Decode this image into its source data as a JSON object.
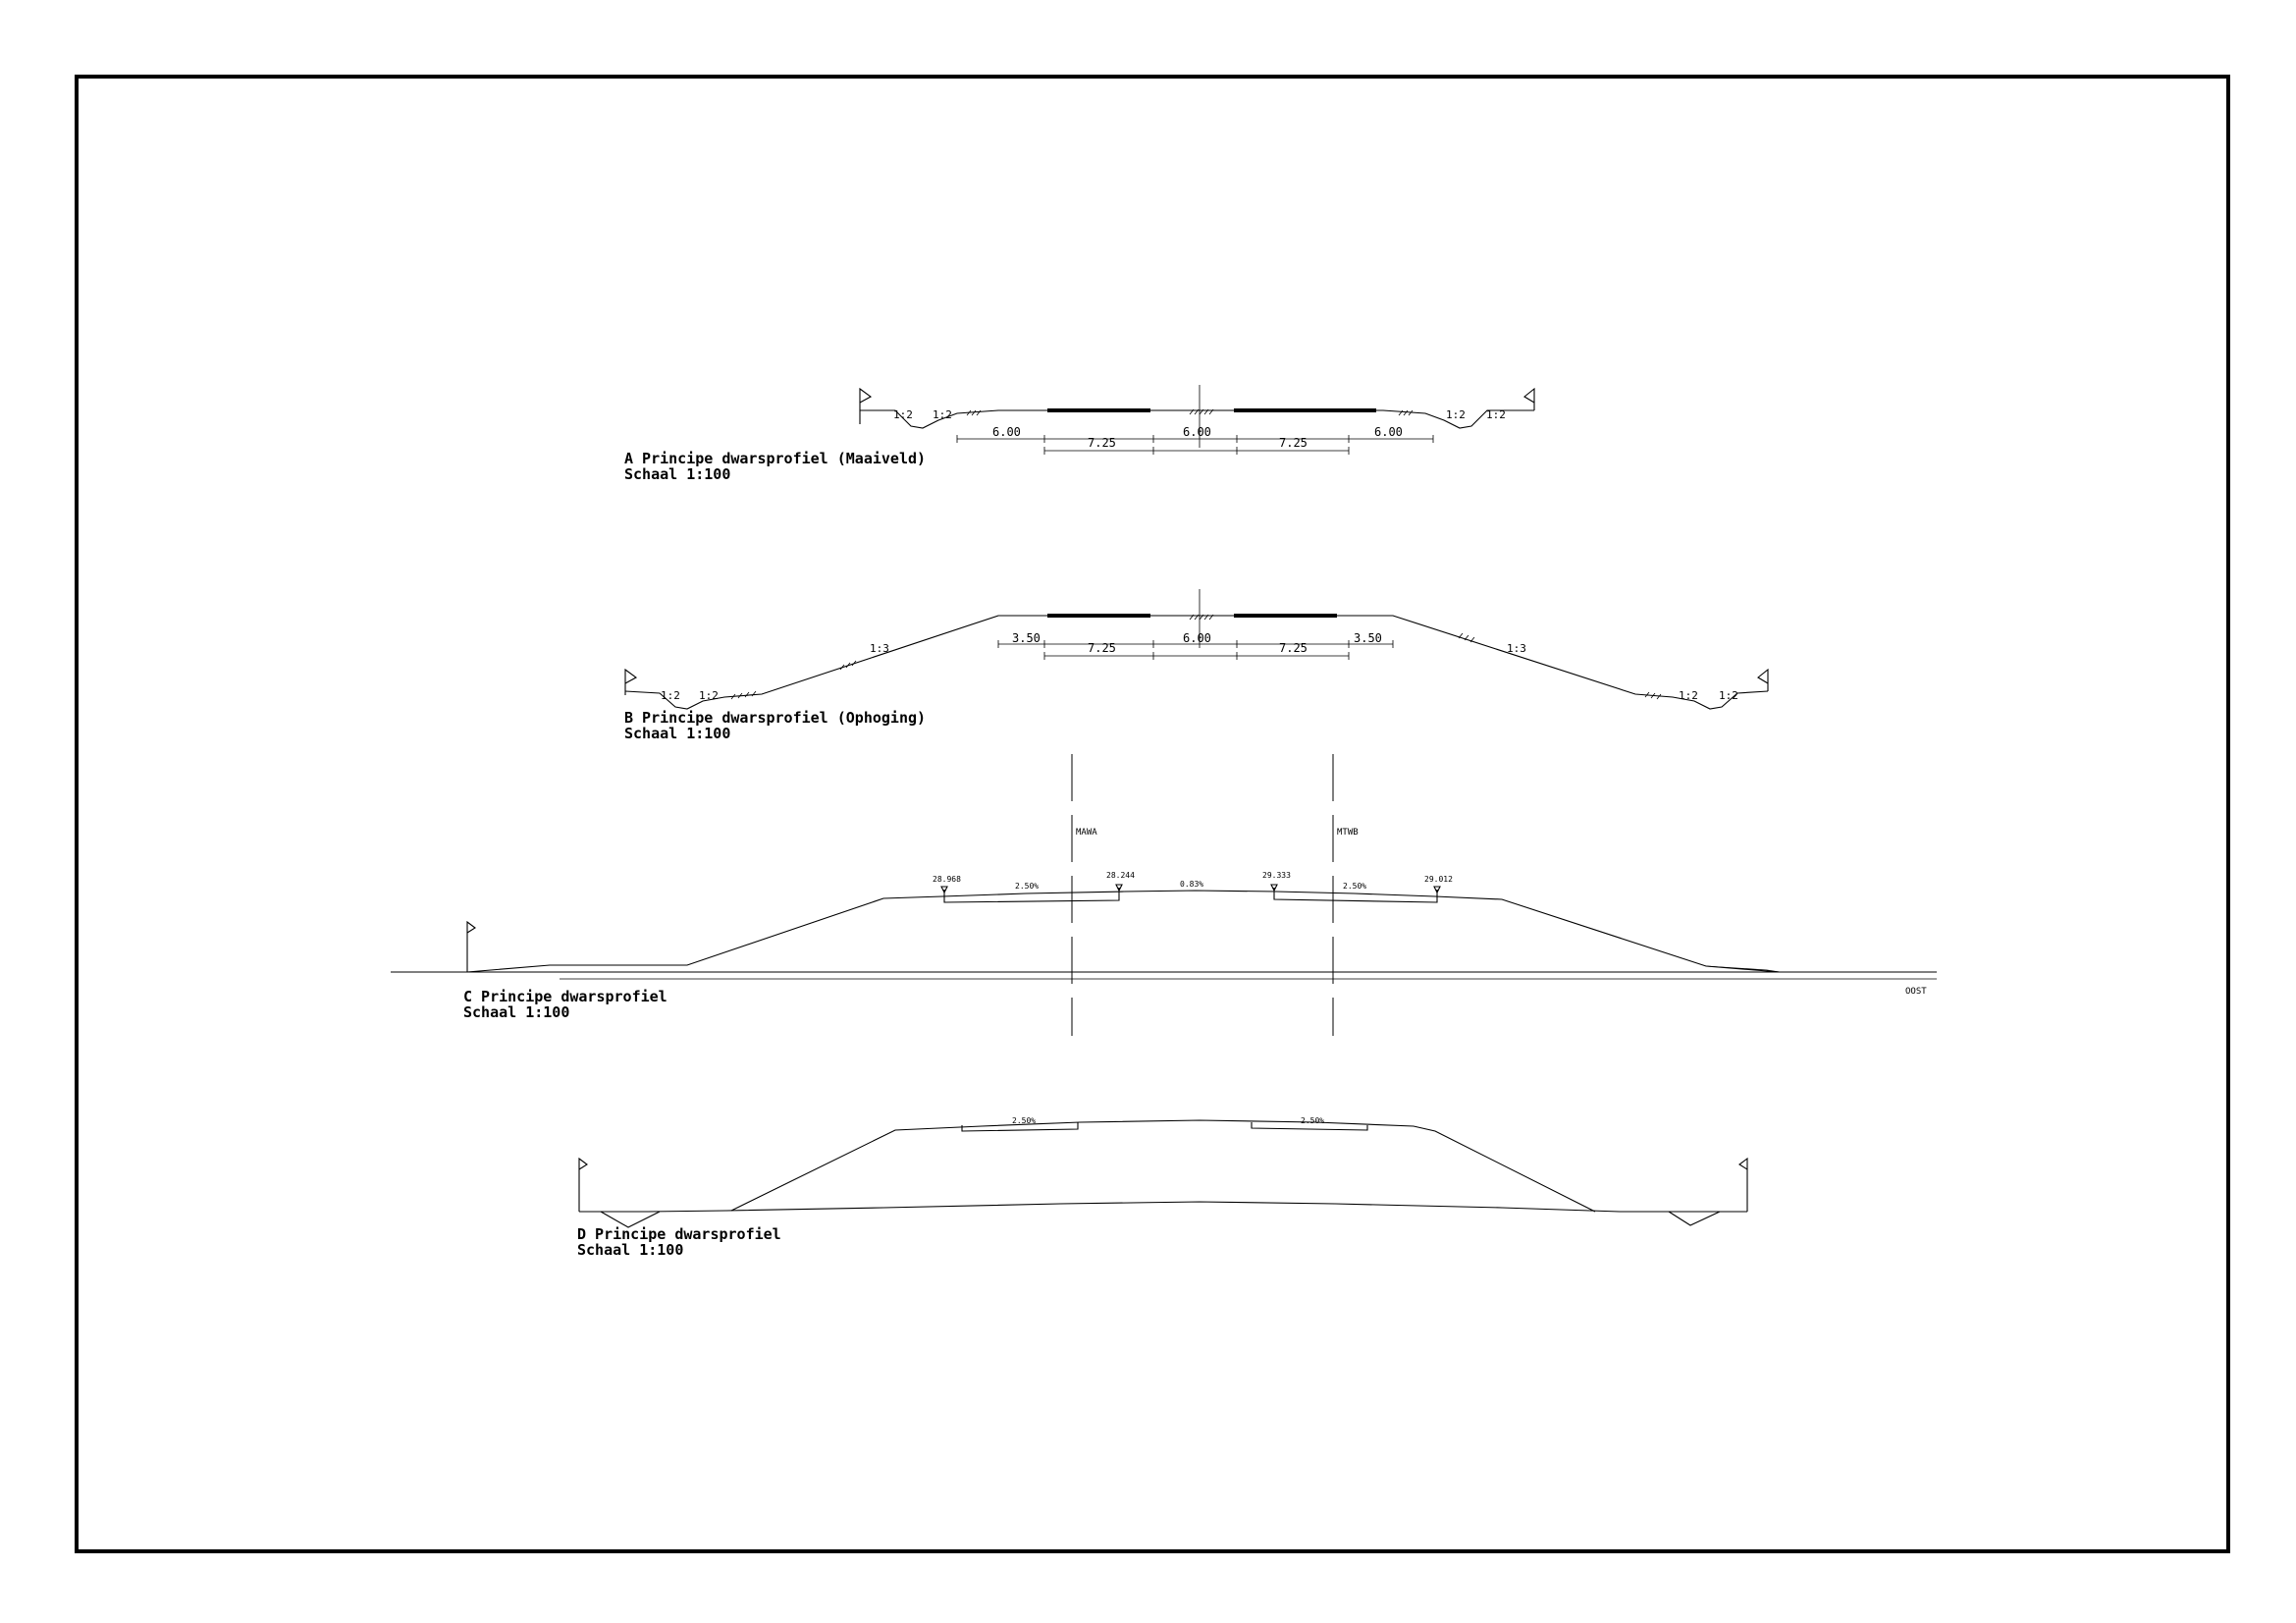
{
  "profiles": {
    "a": {
      "title": "A  Principe  dwarsprofiel  (Maaiveld)",
      "scale": "Schaal  1:100",
      "slopes": [
        "1:2",
        "1:2",
        "1:2",
        "1:2"
      ],
      "dims_top": [
        "6.00",
        "6.00",
        "6.00"
      ],
      "dims_bottom": [
        "7.25",
        "7.25"
      ]
    },
    "b": {
      "title": "B  Principe  dwarsprofiel  (Ophoging)",
      "scale": "Schaal  1:100",
      "slopes_outer": [
        "1:2",
        "1:2",
        "1:2",
        "1:2"
      ],
      "slopes_embankment": [
        "1:3",
        "1:3"
      ],
      "dims_top": [
        "3.50",
        "6.00",
        "3.50"
      ],
      "dims_bottom": [
        "7.25",
        "7.25"
      ]
    },
    "c": {
      "title": "C  Principe  dwarsprofiel",
      "scale": "Schaal  1:100",
      "axis_labels": [
        "MAWA",
        "MTWB"
      ],
      "levels": [
        "28.968",
        "28.244",
        "29.333",
        "29.012"
      ],
      "gradients": [
        "2.50%",
        "0.83%",
        "2.50%"
      ],
      "side_label": "OOST"
    },
    "d": {
      "title": "D  Principe  dwarsprofiel",
      "scale": "Schaal  1:100",
      "gradients": [
        "2.50%",
        "2.50%"
      ]
    }
  }
}
